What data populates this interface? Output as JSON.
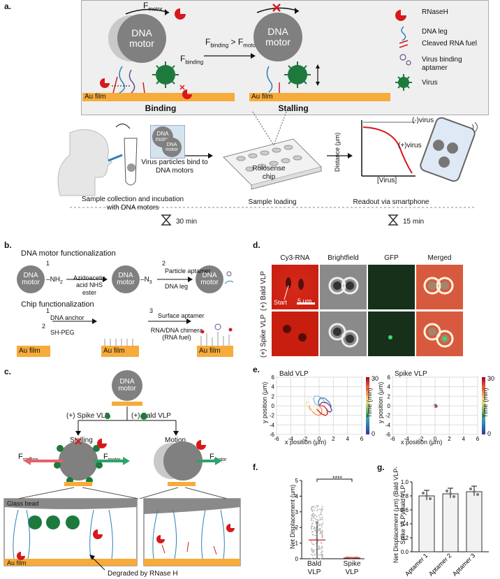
{
  "panel_labels": {
    "a": "a.",
    "b": "b.",
    "c": "c.",
    "d": "d.",
    "e": "e.",
    "f": "f.",
    "g": "g."
  },
  "motor_text": "DNA motor",
  "motor_text_small": "DNA\nmotor",
  "panel_a": {
    "f_motor": "F",
    "f_motor_sub": "motor",
    "f_binding": "F",
    "f_binding_sub": "binding",
    "inequality": "F",
    "inequality_sub1": "binding",
    "inequality_gt": "> F",
    "inequality_sub2": "motor",
    "au_film": "Au film",
    "binding": "Binding",
    "stalling": "Stalling",
    "legend": [
      "RNaseH",
      "DNA leg",
      "Cleaved RNA fuel",
      "Virus binding aptamer",
      "Virus"
    ],
    "legend_colors": {
      "rnaseh": "#d7191c",
      "leg": "#2c7fb8",
      "fuel": "#d7191c",
      "virus": "#1d7a3c"
    },
    "virus_particles": "Virus particles bind to DNA motors",
    "chip": "Rolosense chip",
    "minus_virus": "(-)virus",
    "plus_virus": "(+)virus",
    "y_axis": "Distance (μm)",
    "x_axis": "[Virus]",
    "steps": [
      "Sample collection and incubation with DNA motors",
      "Sample loading",
      "Readout via smartphone"
    ],
    "time1": "30 min",
    "time2": "15 min"
  },
  "panel_b": {
    "title1": "DNA motor functionalization",
    "nh2": "NH",
    "nh2_sub": "2",
    "n3": "N",
    "n3_sub": "3",
    "step1": "Azidoacetic acid NHS ester",
    "step2a": "Particle aptamer",
    "step2b": "DNA leg",
    "title2": "Chip functionalization",
    "chip1": "DNA anchor",
    "chip2": "SH-PEG",
    "chip3a": "Surface aptamer",
    "chip3b": "RNA/DNA chimera (RNA fuel)",
    "au_film": "Au film",
    "n1": "1",
    "n2": "2",
    "n3num": "3"
  },
  "panel_c": {
    "spike": "(+) Spike VLP",
    "bald": "(+) Bald VLP",
    "stalling": "Stalling",
    "motion": "Motion",
    "f_stalling": "F",
    "f_stalling_sub": "stalling",
    "f_motor": "F",
    "f_motor_sub": "motor",
    "glass_bead": "Glass bead",
    "au_film": "Au film",
    "degraded": "Degraded by RNase H"
  },
  "panel_d": {
    "columns": [
      "Cy3-RNA",
      "Brightfield",
      "GFP",
      "Merged"
    ],
    "rows": [
      "(+) Bald VLP",
      "(+) Spike VLP"
    ],
    "start": "Start",
    "scale": "5 μm"
  },
  "panel_e": {
    "left_title": "Bald VLP",
    "right_title": "Spike VLP",
    "xlabel": "x position (μm)",
    "ylabel": "y position (μm)",
    "ticks": [
      "-6",
      "-4",
      "-2",
      "0",
      "2",
      "4",
      "6"
    ],
    "cbar_label": "Time (min)",
    "cbar_ticks": [
      "30",
      "0"
    ]
  },
  "chart_data": [
    {
      "type": "scatter",
      "title": "",
      "xlabel": "",
      "ylabel": "Net Displacement (μm)",
      "categories": [
        "Bald VLP",
        "Spike VLP"
      ],
      "series": [
        {
          "values": [
            1.2,
            0.05
          ]
        }
      ],
      "ylim": [
        0,
        5
      ],
      "yticks": [
        0,
        1,
        2,
        3,
        4,
        5
      ],
      "significance": "****"
    },
    {
      "type": "bar",
      "title": "",
      "xlabel": "",
      "ylabel": "Net Displacement (μm) (Bald VLP-Spike VLP)/Bald VLP",
      "categories": [
        "Aptamer 1",
        "Aptamer 2",
        "Aptamer 3"
      ],
      "values": [
        0.8,
        0.83,
        0.86
      ],
      "ylim": [
        0,
        1.0
      ],
      "yticks": [
        "0.0",
        "0.2",
        "0.4",
        "0.6",
        "0.8",
        "1.0"
      ]
    }
  ]
}
